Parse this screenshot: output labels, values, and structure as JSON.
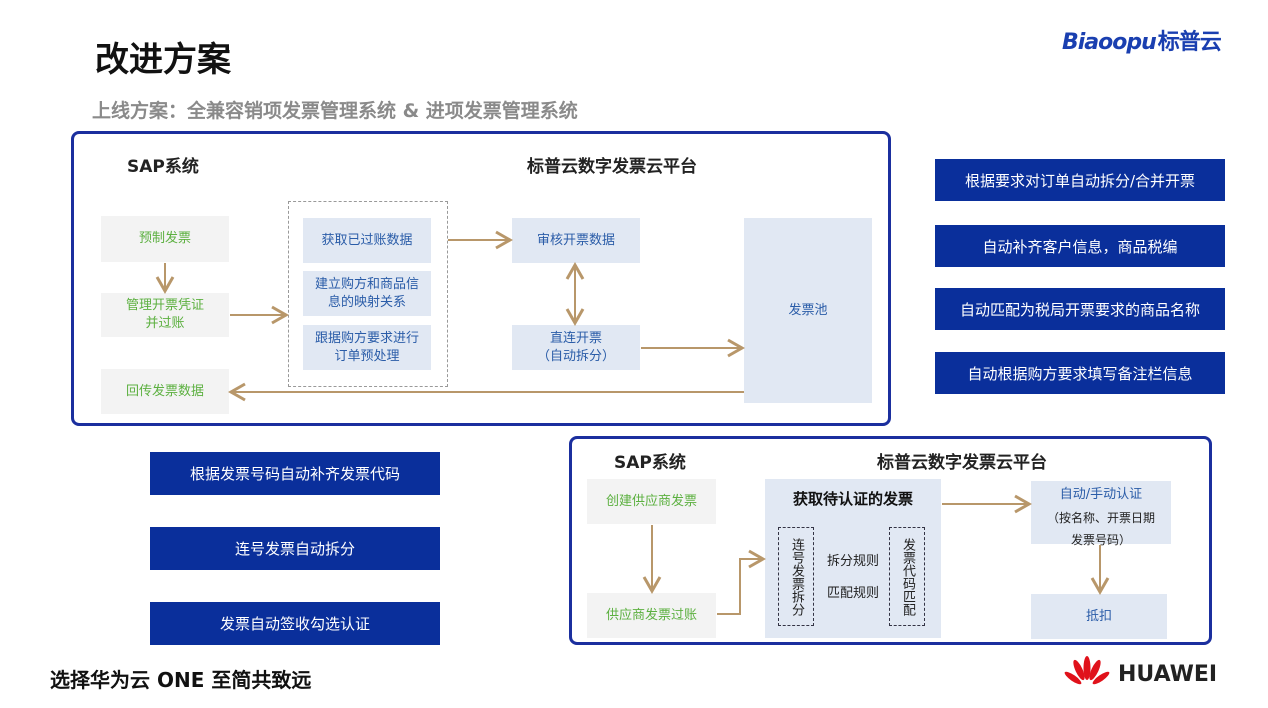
{
  "title": "改进方案",
  "subtitle": "上线方案：全兼容销项发票管理系统 & 进项发票管理系统",
  "logo": {
    "latin": "Biaoopu",
    "cn": "标普云"
  },
  "top_diagram": {
    "sap_header": "SAP系统",
    "platform_header": "标普云数字发票云平台",
    "sap_boxes": [
      "预制发票",
      "管理开票凭证\n并过账",
      "回传发票数据"
    ],
    "process_boxes": [
      "获取已过账数据",
      "建立购方和商品信息的映射关系",
      "跟据购方要求进行订单预处理"
    ],
    "review": "审核开票数据",
    "direct": "直连开票\n（自动拆分）",
    "pool": "发票池"
  },
  "right_features": [
    "根据要求对订单自动拆分/合并开票",
    "自动补齐客户信息，商品税编",
    "自动匹配为税局开票要求的商品名称",
    "自动根据购方要求填写备注栏信息"
  ],
  "left_features": [
    "根据发票号码自动补齐发票代码",
    "连号发票自动拆分",
    "发票自动签收勾选认证"
  ],
  "bottom_diagram": {
    "sap_header": "SAP系统",
    "platform_header": "标普云数字发票云平台",
    "create": "创建供应商发票",
    "post": "供应商发票过账",
    "fetch_title": "获取待认证的发票",
    "left_vert": "连号发票拆分",
    "split_rule": "拆分规则",
    "match_rule": "匹配规则",
    "right_vert": "发票代码匹配",
    "auth": "自动/手动认证",
    "auth_detail": "（按名称、开票日期\n发票号码）",
    "deduct": "抵扣"
  },
  "footer": "选择华为云 ONE 至简共致远",
  "brand": "HUAWEI",
  "colors": {
    "navy": "#0a2f9b",
    "arrow": "#b8976a",
    "green": "#5cb040",
    "blue_text": "#2a5ca8"
  }
}
